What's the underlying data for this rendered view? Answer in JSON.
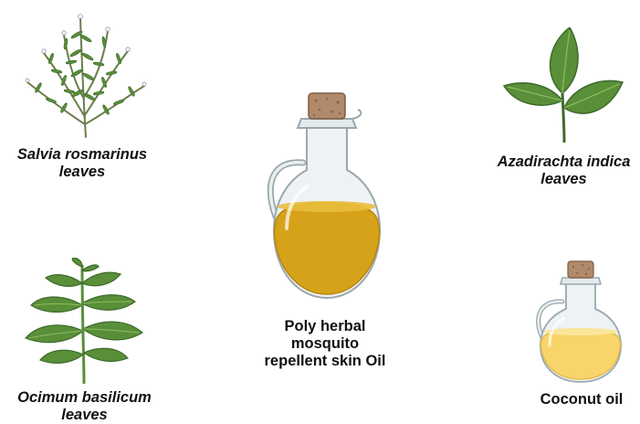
{
  "items": {
    "rosemary": {
      "label_lines": [
        "Salvia rosmarinus",
        "leaves"
      ],
      "icon": "rosemary-sprig-icon"
    },
    "neem": {
      "label_lines": [
        "Azadirachta indica",
        "leaves"
      ],
      "icon": "neem-leaves-icon"
    },
    "basil": {
      "label_lines": [
        "Ocimum basilicum",
        "leaves"
      ],
      "icon": "basil-plant-icon"
    },
    "product": {
      "label_lines": [
        "Poly herbal",
        "mosquito",
        "repellent skin Oil"
      ],
      "icon": "oil-jug-large-icon"
    },
    "coconut": {
      "label_lines": [
        "Coconut oil"
      ],
      "icon": "oil-jug-small-icon"
    }
  },
  "colors": {
    "leaf_dark": "#3d6b2c",
    "leaf_mid": "#5a8f3a",
    "leaf_light": "#8cbf5a",
    "stem": "#6b7d4a",
    "cork": "#b08a6a",
    "glass": "#e9eef0",
    "glass_edge": "#9aa7ad",
    "oil_herbal": "#d6a21a",
    "oil_coconut": "#f7d56a"
  }
}
